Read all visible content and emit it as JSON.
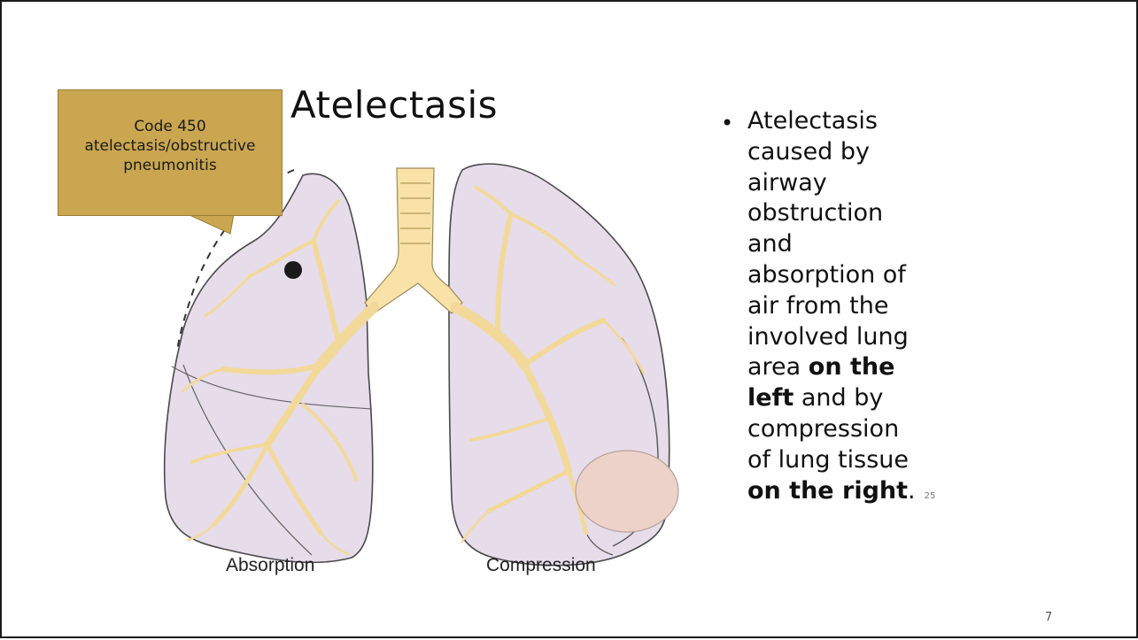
{
  "slide": {
    "title": "Atelectasis",
    "callout": {
      "lines": [
        "Code 450",
        "atelectasis/obstructive",
        "pneumonitis"
      ]
    },
    "figure": {
      "left_label": "Absorption",
      "right_label": "Compression"
    },
    "bullet": {
      "lines": [
        "Atelectasis",
        "caused by",
        "airway",
        "obstruction",
        "and",
        "absorption of",
        "air from the",
        "involved lung"
      ],
      "line9_pre": "area ",
      "line9_bold": "on the",
      "line10_bold": "left",
      "line10_post": " and by",
      "line11": "compression",
      "line12": "of lung tissue",
      "line13_bold": "on the right",
      "line13_post": ".",
      "reference": "25"
    },
    "page_number": "7",
    "colors": {
      "callout": "#caa650",
      "lung_fill": "#e6dcea",
      "airway": "#f8e2a8",
      "mass": "#ecd2c8"
    }
  }
}
